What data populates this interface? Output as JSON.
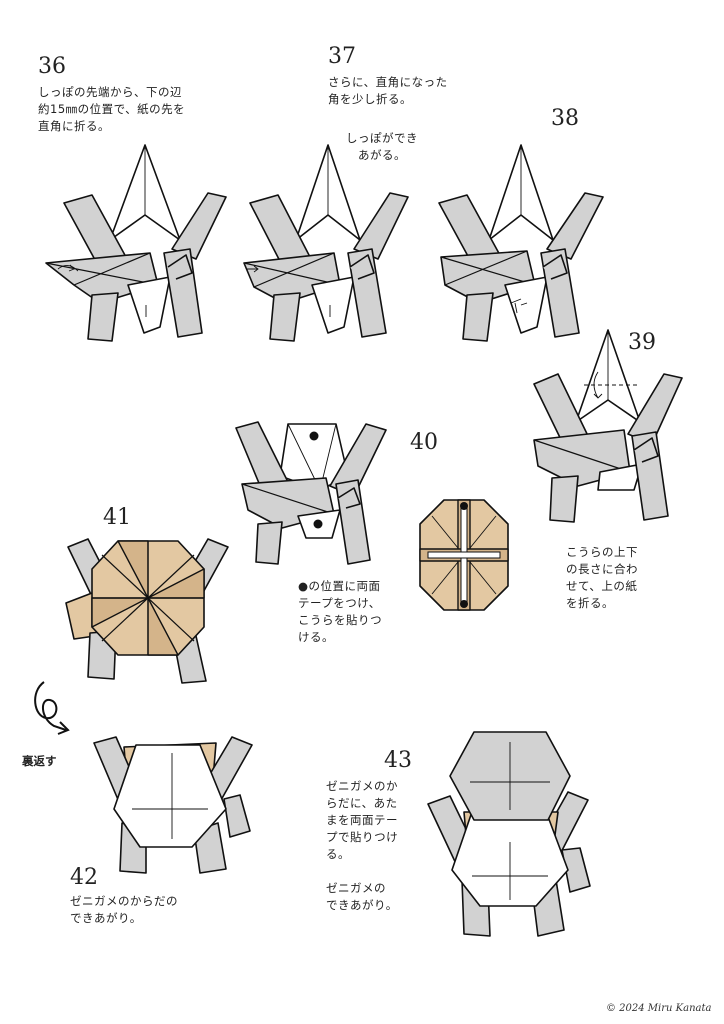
{
  "steps": {
    "s36": {
      "number": "36",
      "text": "しっぽの先端から、下の辺\n約15㎜の位置で、紙の先を\n直角に折る。"
    },
    "s37": {
      "number": "37",
      "text": "さらに、直角になった\n角を少し折る。",
      "note": "しっぽができ\nあがる。"
    },
    "s38": {
      "number": "38"
    },
    "s39": {
      "number": "39",
      "text": "こうらの上下\nの長さに合わ\nせて、上の紙\nを折る。"
    },
    "s40": {
      "number": "40",
      "text": "●の位置に両面\nテープをつけ、\nこうらを貼りつ\nける。"
    },
    "s41": {
      "number": "41"
    },
    "s42": {
      "number": "42",
      "text": "ゼニガメのからだの\nできあがり。"
    },
    "s43": {
      "number": "43",
      "text": "ゼニガメのか\nらだに、あた\nまを両面テー\nプで貼りつけ\nる。\n\nゼニガメの\nできあがり。"
    }
  },
  "turn_over_label": "裏返す",
  "copyright": "© 2024 Miru Kanata",
  "colors": {
    "paper_gray": "#d2d2d2",
    "shell_tan": "#e3c8a2",
    "shell_dark": "#d4b48a",
    "line": "#111111"
  }
}
